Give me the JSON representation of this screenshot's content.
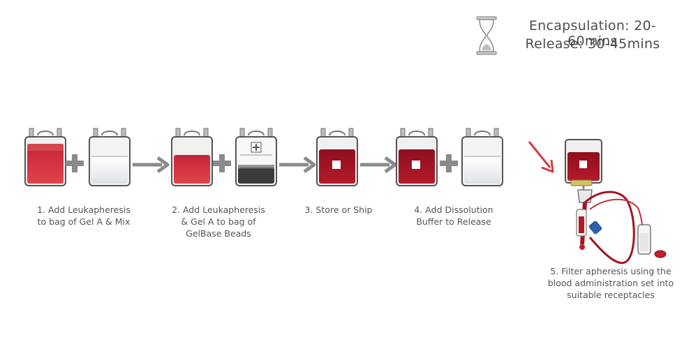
{
  "timing": {
    "encapsulation": "Encapsulation: 20-60mins",
    "release": "Release: 30-45mins"
  },
  "steps": [
    {
      "caption": "1. Add Leukapheresis\nto bag of Gel A & Mix"
    },
    {
      "caption": "2. Add Leukapheresis\n& Gel A to bag of\nGelBase Beads"
    },
    {
      "caption": "3. Store or Ship"
    },
    {
      "caption": "4. Add Dissolution\nBuffer to Release"
    },
    {
      "caption": "5. Filter apheresis using the\nblood administration set into\nsuitable receptacles"
    }
  ],
  "colors": {
    "blood_light": "#d9343b",
    "blood_dark": "#a51422",
    "buffer": "#e9eef0",
    "arrow_gray": "#8a8a8a",
    "arrow_red": "#d33a3f"
  },
  "icons": [
    "hourglass-icon",
    "plus-icon",
    "arrow-right-icon",
    "red-arrow-icon",
    "blood-bag-icon",
    "administration-set-icon"
  ]
}
